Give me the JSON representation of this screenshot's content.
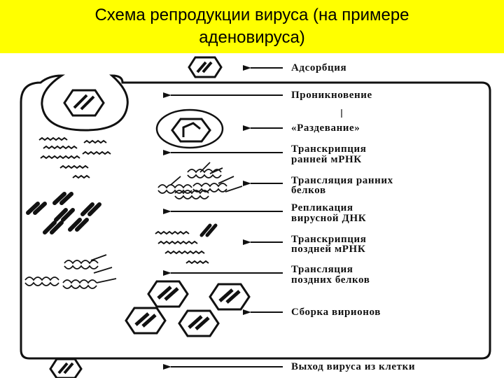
{
  "title": {
    "line1": "Схема репродукции вируса (на примере",
    "line2": "аденовируса)"
  },
  "colors": {
    "title_background": "#ffff00",
    "ink": "#111111"
  },
  "stages": [
    {
      "lines": [
        "Адсорбция"
      ]
    },
    {
      "lines": [
        "Проникновение"
      ]
    },
    {
      "lines": [
        "«Раздевание»"
      ]
    },
    {
      "lines": [
        "Транскрипция",
        "ранней мРНК"
      ]
    },
    {
      "lines": [
        "Трансляция ранних",
        "белков"
      ]
    },
    {
      "lines": [
        "Репликация",
        "вирусной ДНК"
      ]
    },
    {
      "lines": [
        "Транскрипция",
        "поздней мРНК"
      ]
    },
    {
      "lines": [
        "Трансляция",
        "поздних белков"
      ]
    },
    {
      "lines": [
        "Сборка вирионов"
      ]
    },
    {
      "lines": [
        "Выход вируса из клетки"
      ]
    }
  ]
}
